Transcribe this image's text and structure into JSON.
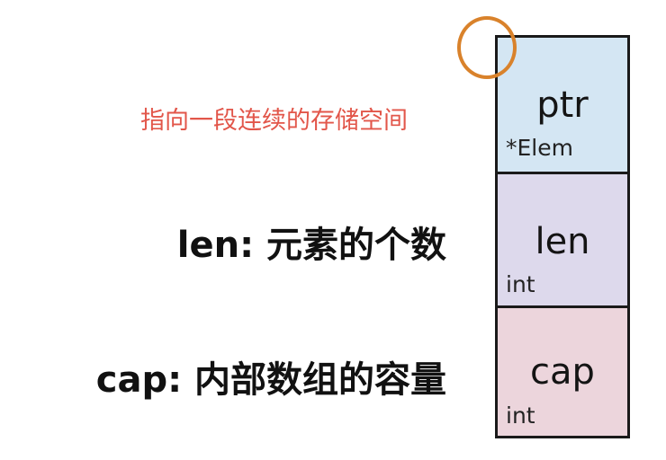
{
  "annotations": {
    "ptr_description": "指向一段连续的存储空间",
    "len_description": "len: 元素的个数",
    "cap_description": "cap: 内部数组的容量"
  },
  "struct": {
    "fields": [
      {
        "name": "ptr",
        "type": "*Elem",
        "color": "#d4e6f3"
      },
      {
        "name": "len",
        "type": "int",
        "color": "#ddd9ec"
      },
      {
        "name": "cap",
        "type": "int",
        "color": "#ecd5dc"
      }
    ]
  },
  "colors": {
    "ptr_description_text": "#e2564a",
    "highlight_circle": "#d9822b",
    "border": "#1a1a1a"
  }
}
